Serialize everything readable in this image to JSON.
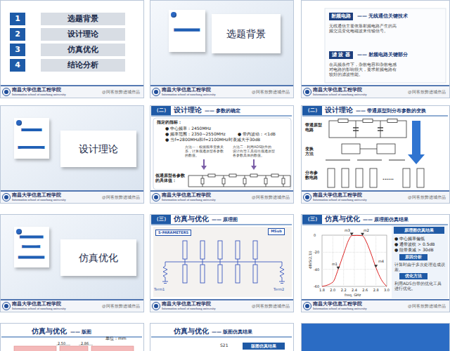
{
  "diagram": {
    "nodes": [
      {
        "text": [
          "1"
        ]
      },
      {
        "text": [
          "选题背景"
        ]
      },
      {
        "text": [
          "2"
        ]
      },
      {
        "text": [
          "设计理论"
        ]
      },
      {
        "text": [
          "3"
        ]
      },
      {
        "text": [
          "仿真优化"
        ]
      },
      {
        "text": [
          "4"
        ]
      },
      {
        "text": [
          "结论分析"
        ]
      },
      {
        "text": [
          "一"
        ]
      },
      {
        "text": [
          "选题背景"
        ]
      },
      {
        "text": [
          "射频电路"
        ]
      },
      {
        "text": [
          "滤 波 器"
        ]
      },
      {
        "text": [
          "二"
        ]
      },
      {
        "text": [
          "设计理论"
        ]
      },
      {
        "text": [
          "（二）"
        ]
      },
      {
        "text": [
          "（二）"
        ]
      },
      {
        "text": [
          "三"
        ]
      },
      {
        "text": [
          "仿真优化"
        ]
      },
      {
        "text": [
          "（三）"
        ]
      },
      {
        "text": [
          "S-PARAMETERS"
        ]
      },
      {
        "text": [
          "MSub"
        ]
      },
      {
        "text": [
          "（三）"
        ]
      },
      {
        "text": [
          "原理图仿真结果"
        ]
      },
      {
        "text": [
          "原因分析"
        ]
      },
      {
        "text": [
          "优化方法"
        ]
      },
      {
        "text": [
          "版图仿真结果"
        ]
      }
    ],
    "labels": [
      "南昌大学信息工程学院",
      "Information school of nanchang university",
      "@阿客敖弊进城作品",
      "南昌大学信息工程学院",
      "Information school of nanchang university",
      "@阿客敖弊进城作品",
      "南昌大学信息工程学院",
      "Information school of nanchang university",
      "@阿客敖弊进城作品",
      "南昌大学信息工程学院",
      "Information school of nanchang university",
      "@阿客敖弊进城作品",
      "南昌大学信息工程学院",
      "Information school of nanchang university",
      "@阿客敖弊进城作品",
      "南昌大学信息工程学院",
      "Information school of nanchang university",
      "@阿客敖弊进城作品",
      "南昌大学信息工程学院",
      "Information school of nanchang university",
      "@阿客敖弊进城作品",
      "南昌大学信息工程学院",
      "Information school of nanchang university",
      "@阿客敖弊进城作品",
      "南昌大学信息工程学院",
      "Information school of nanchang university",
      "@阿客敖弊进城作品",
      "—— 无线通信关键技术",
      "无线通信主要依靠射频电路产生的高频交流变化电磁波来传输信号。",
      "—— 射频电路关键部分",
      "在高频条件下，杂散电容和杂散电感对电路的影响很大，要求射频电路有较好的滤波性能。",
      "设计理论",
      "—— 参数的确定",
      "指定的指标：",
      "● 中心频率：2450MHz",
      "● 频率范围：2350~2550MHz",
      "● 带内波动：<1dB",
      "● 当f=2800MHz和f=2100MHz时衰减大于30dB",
      "方法一：根据频率变换关系，计算低通原型各参数的数值。",
      "方法二：利用ADS软件的设计向导工具得出低通原型各参数具体的数值。",
      "低通原型各参数的具体值：",
      "设计理论",
      "—— 带通原型到分布参数的变换",
      "带通原型电路",
      "变换方法",
      "分布参数电路",
      "......",
      "仿真与优化",
      "—— 原理图",
      "Term1",
      "Term2",
      "仿真与优化",
      "—— 原理图仿真结果",
      "m1",
      "m2",
      "m3",
      "m4",
      "1.8",
      "2.0",
      "2.2",
      "2.4",
      "2.6",
      "2.8",
      "3.0",
      "0",
      "-20",
      "-40",
      "-60",
      "freq, GHz",
      "dB(S(2,1))",
      "● 中心频率偏低",
      "● 通带波纹 > 0.5dB",
      "● 阻带衰减 > 30dB",
      "计算时由于多次处理造成误差。",
      "利用ADS自带的优化工具进行优化。",
      "仿真与优化",
      "—— 版图",
      "单位：mm",
      "2.50",
      "2.86",
      "仿真与优化",
      "—— 版图仿真结果",
      "S21"
    ]
  }
}
